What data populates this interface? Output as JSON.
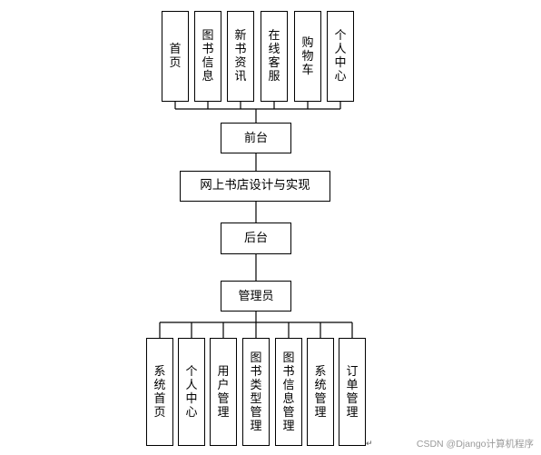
{
  "frontend_modules": [
    "首页",
    "图书信息",
    "新书资讯",
    "在线客服",
    "购物车",
    "个人中心"
  ],
  "frontend_label": "前台",
  "system_title": "网上书店设计与实现",
  "backend_label": "后台",
  "admin_label": "管理员",
  "admin_modules": [
    "系统首页",
    "个人中心",
    "用户管理",
    "图书类型管理",
    "图书信息管理",
    "系统管理",
    "订单管理"
  ],
  "watermark": "CSDN @Django计算机程序",
  "para_mark": "↵"
}
